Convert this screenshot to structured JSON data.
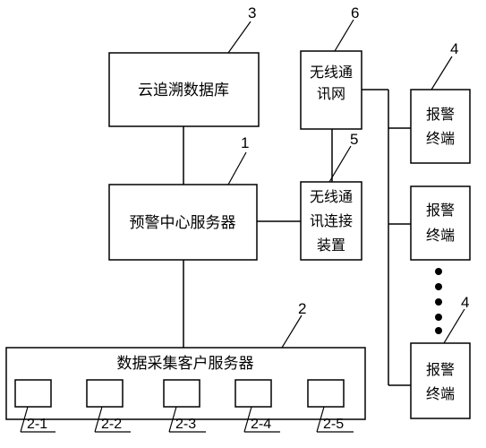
{
  "nodes": {
    "cloud_db": {
      "label": "云追溯数据库",
      "ref": "3"
    },
    "warning_server": {
      "label": "预警中心服务器",
      "ref": "1"
    },
    "wireless_net": {
      "lines": [
        "无线通",
        "讯网"
      ],
      "ref": "6"
    },
    "wireless_device": {
      "lines": [
        "无线通",
        "讯连接",
        "装置"
      ],
      "ref": "5"
    },
    "alarm_terminal": {
      "lines": [
        "报警",
        "终端"
      ],
      "ref": "4"
    },
    "collection_server": {
      "label": "数据采集客户服务器",
      "ref": "2"
    },
    "clients": [
      "2-1",
      "2-2",
      "2-3",
      "2-4",
      "2-5"
    ]
  }
}
